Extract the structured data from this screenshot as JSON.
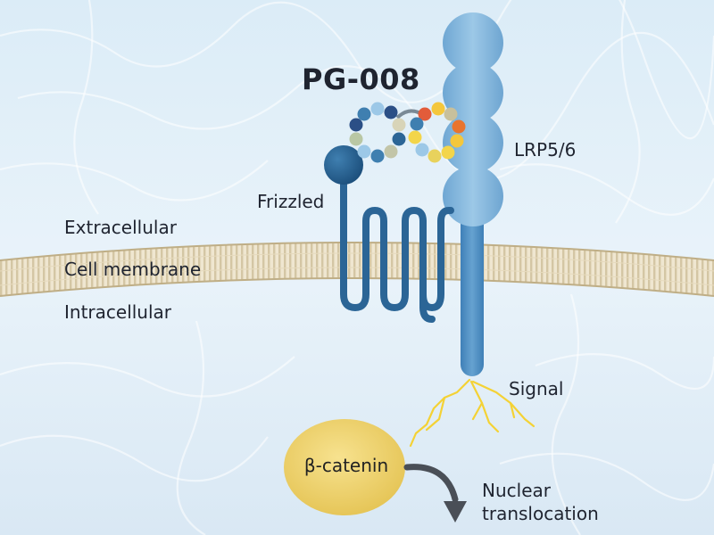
{
  "title": "PG-008",
  "labels": {
    "extracellular": "Extracellular",
    "membrane": "Cell membrane",
    "intracellular": "Intracellular",
    "frizzled": "Frizzled",
    "lrp": "LRP5/6",
    "signal": "Signal",
    "beta_catenin": "β-catenin",
    "nuclear_line1": "Nuclear",
    "nuclear_line2": "translocation"
  },
  "colors": {
    "lrp_body": "#8fbfe0",
    "frizzled": "#2b6596",
    "beta_catenin": "#efd36a",
    "signal": "#f4d235",
    "arrow": "#4a4f57"
  }
}
